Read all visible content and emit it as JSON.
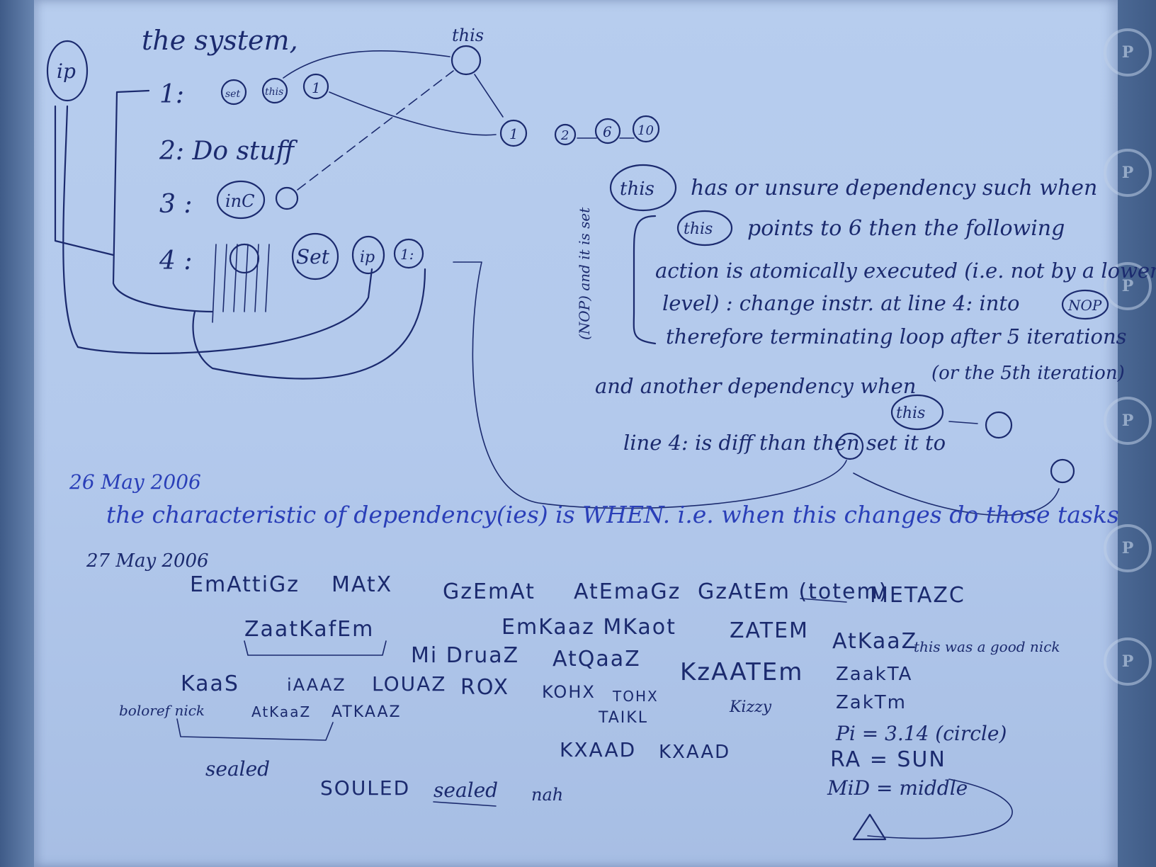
{
  "notes": {
    "top_line": "the system,",
    "this_top": "this",
    "ip": "ip",
    "step1": "1:",
    "step1_c1": "set",
    "step1_c2": "this",
    "step1_c3": "1",
    "step2": "2: Do stuff",
    "step3": "3 :",
    "step3_inc": "inC",
    "step4": "4 :",
    "step4_set": "Set",
    "step4_ip": "ip",
    "step4_ref": "1:",
    "seq_1": "1",
    "seq_2": "2",
    "seq_6": "6",
    "seq_10": "10",
    "explain": [
      "has or unsure dependency such when",
      "points to 6 then the following",
      "action is atomically executed (i.e. not by a lower",
      "level) : change instr. at line 4: into",
      "therefore terminating loop after 5 iterations",
      "(or the 5th iteration)",
      "and another dependency when",
      "line 4: is diff than   then set it to"
    ],
    "this_labels": [
      "this",
      "this",
      "this"
    ],
    "nop_label": "NOP",
    "brace_side": "(NOP) and it is set",
    "date1": "26 May 2006",
    "blue_line": "the characteristic of dependency(ies) is WHEN. i.e. when this changes do those tasks",
    "date2": "27 May 2006"
  },
  "words": {
    "w1": "EmAttiGz",
    "w2": "MAtX",
    "w3": "GzEmAt",
    "w4": "AtEmaGz",
    "w5": "GzAtEm (totem)",
    "w6": "METAZC",
    "w7": "ZaatKafEm",
    "w8": "EmKaaz MKaot",
    "w9": "ZATEM",
    "w10": "AtKaaZ",
    "w11": "this was a good nick",
    "w12": "Mi DruaZ",
    "w13": "AtQaaZ",
    "w14": "KzAATEm",
    "w15": "ZaakTA",
    "w16": "ZakTm",
    "w17": "KaaS",
    "w18": "iAAAZ",
    "w19": "LOUAZ",
    "w20": "ROX",
    "w21": "KOHX",
    "w22": "TOHX",
    "w23": "Kizzy",
    "w24": "boloref nick",
    "w25": "AtKaaZ",
    "w26": "ATKAAZ",
    "w27": "TAIKL",
    "w28": "KXAAD",
    "w29": "KXAAD",
    "w30": "Pi = 3.14 (circle)",
    "w31": "RA = SUN",
    "w32": "MiD = middle",
    "w33": "sealed",
    "w34": "SOULED",
    "w35": "sealed",
    "w36": "nah"
  },
  "watermark": {
    "letters": [
      "P",
      "P",
      "P",
      "P",
      "P",
      "P"
    ]
  }
}
